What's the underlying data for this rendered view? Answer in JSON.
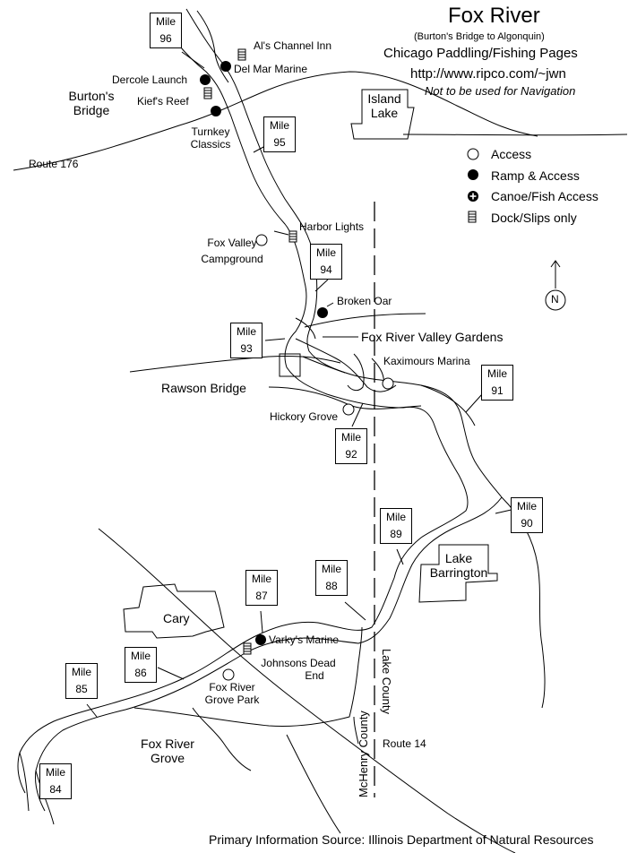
{
  "title": "Fox River",
  "subtitle": "(Burton's Bridge to Algonquin)",
  "organization": "Chicago Paddling/Fishing Pages",
  "url": "http://www.ripco.com/~jwn",
  "disclaimer": "Not to be used for Navigation",
  "source": "Primary Information Source: Illinois Department of Natural Resources",
  "north_label": "N",
  "legend": {
    "access": "Access",
    "ramp": "Ramp & Access",
    "canoe": "Canoe/Fish Access",
    "dock": "Dock/Slips only"
  },
  "mile_markers": [
    {
      "label": "Mile",
      "num": "96"
    },
    {
      "label": "Mile",
      "num": "95"
    },
    {
      "label": "Mile",
      "num": "94"
    },
    {
      "label": "Mile",
      "num": "93"
    },
    {
      "label": "Mile",
      "num": "92"
    },
    {
      "label": "Mile",
      "num": "91"
    },
    {
      "label": "Mile",
      "num": "90"
    },
    {
      "label": "Mile",
      "num": "89"
    },
    {
      "label": "Mile",
      "num": "88"
    },
    {
      "label": "Mile",
      "num": "87"
    },
    {
      "label": "Mile",
      "num": "86"
    },
    {
      "label": "Mile",
      "num": "85"
    },
    {
      "label": "Mile",
      "num": "84"
    }
  ],
  "places": {
    "als_channel_inn": "Al's Channel Inn",
    "del_mar_marine": "Del Mar Marine",
    "dercole_launch": "Dercole Launch",
    "kiefs_reef": "Kief's Reef",
    "burtons_bridge_1": "Burton's",
    "burtons_bridge_2": "Bridge",
    "turnkey_1": "Turnkey",
    "turnkey_2": "Classics",
    "island_lake_1": "Island",
    "island_lake_2": "Lake",
    "route_176": "Route 176",
    "harbor_lights": "Harbor Lights",
    "fox_valley_camp_1": "Fox Valley",
    "fox_valley_camp_2": "Campground",
    "broken_oar": "Broken Oar",
    "fox_river_valley_gardens": "Fox River Valley Gardens",
    "kaximours_marina": "Kaximours Marina",
    "rawson_bridge": "Rawson Bridge",
    "hickory_grove": "Hickory Grove",
    "lake_barrington_1": "Lake",
    "lake_barrington_2": "Barrington",
    "cary": "Cary",
    "varkys_marine": "Varky's Marine",
    "johnsons_1": "Johnsons Dead",
    "johnsons_2": "End",
    "fox_river_grove_park_1": "Fox River",
    "fox_river_grove_park_2": "Grove Park",
    "fox_river_grove_1": "Fox River",
    "fox_river_grove_2": "Grove",
    "route_14": "Route 14",
    "lake_county": "Lake County",
    "mchenry_county": "McHenry County"
  }
}
